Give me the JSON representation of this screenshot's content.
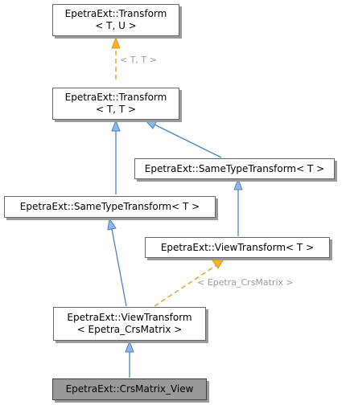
{
  "colors": {
    "inherit_edge": "#4a7fbf",
    "inherit_arrow_fill": "#8fb8ea",
    "template_edge": "#e09a10",
    "template_arrow_fill": "#f5b32a",
    "current_node_bg": "#999999"
  },
  "nodes": {
    "transform_tu": {
      "line1": "EpetraExt::Transform",
      "line2": "< T, U >"
    },
    "transform_tt": {
      "line1": "EpetraExt::Transform",
      "line2": "< T, T >"
    },
    "sametype_right": {
      "line1": "EpetraExt::SameTypeTransform< T >"
    },
    "sametype_left": {
      "line1": "EpetraExt::SameTypeTransform< T >"
    },
    "viewtransform_t": {
      "line1": "EpetraExt::ViewTransform< T >"
    },
    "viewtransform_crs": {
      "line1": "EpetraExt::ViewTransform",
      "line2": "< Epetra_CrsMatrix >"
    },
    "crsmatrix_view": {
      "line1": "EpetraExt::CrsMatrix_View"
    }
  },
  "edge_labels": {
    "tt_instantiation": "< T, T >",
    "crs_instantiation": "< Epetra_CrsMatrix >"
  }
}
